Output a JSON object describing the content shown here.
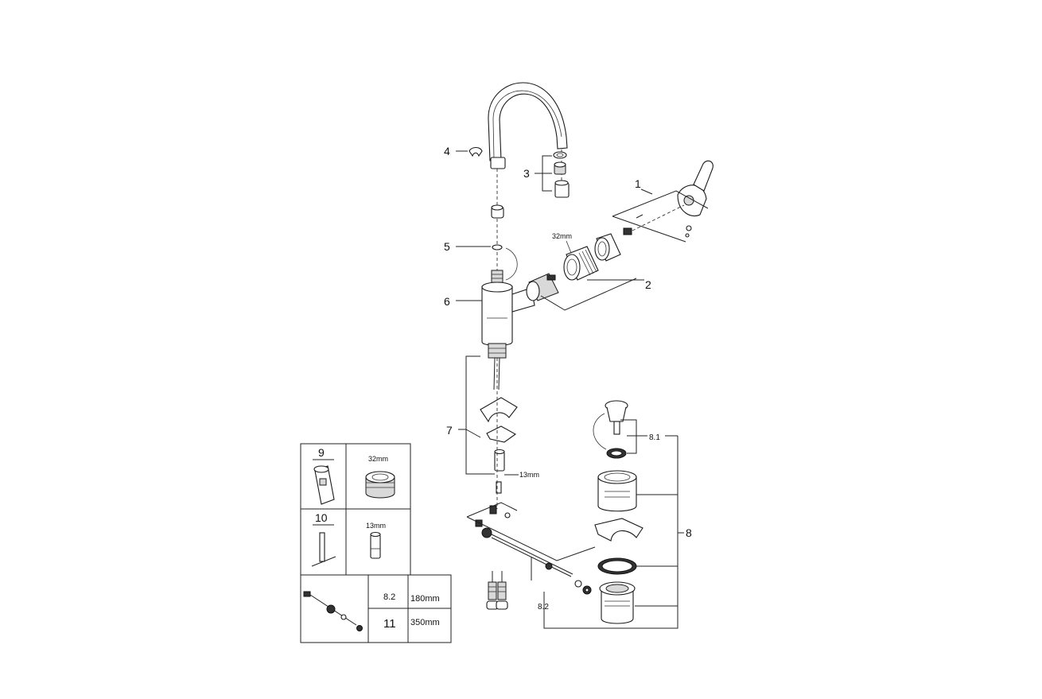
{
  "callouts": {
    "c1": "1",
    "c2": "2",
    "c3": "3",
    "c4": "4",
    "c5": "5",
    "c6": "6",
    "c7": "7",
    "c8": "8",
    "c81": "8.1",
    "c82": "8.2"
  },
  "dimensions": {
    "nut_32": "32mm",
    "pin_13": "13mm"
  },
  "legend": {
    "part9": "9",
    "part9_size": "32mm",
    "part10": "10",
    "part10_size": "13mm",
    "row_82": "8.2",
    "row_82_len": "180mm",
    "row_11": "11",
    "row_11_len": "350mm"
  }
}
